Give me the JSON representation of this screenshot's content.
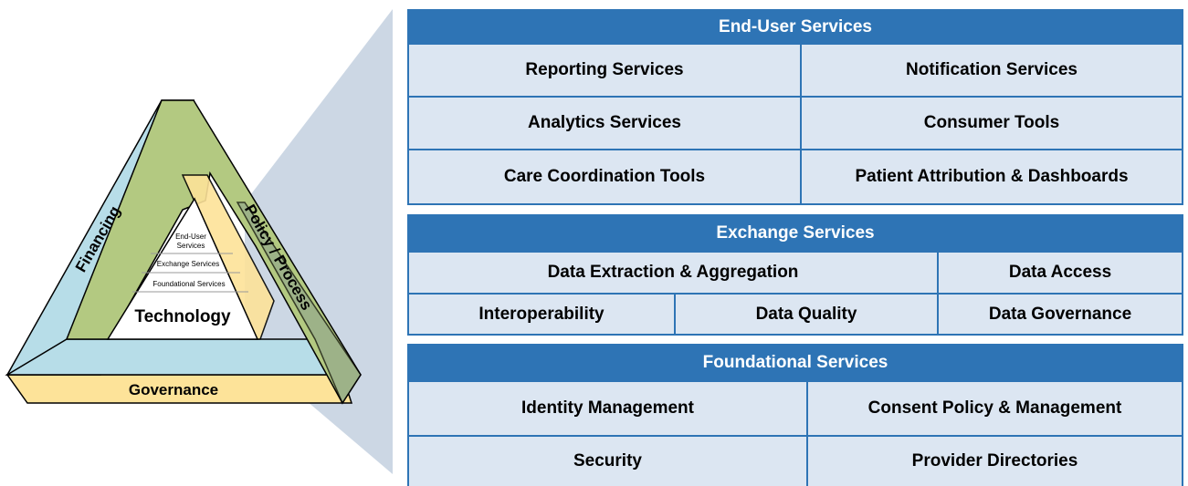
{
  "triangle": {
    "side_left": "Financing",
    "side_right": "Policy / Process",
    "base": "Governance",
    "center": "Technology",
    "layers": {
      "end_user_line1": "End-User",
      "end_user_line2": "Services",
      "exchange": "Exchange Services",
      "foundational": "Foundational Services"
    }
  },
  "end_user_services": {
    "title": "End-User Services",
    "rows": [
      [
        "Reporting Services",
        "Notification Services"
      ],
      [
        "Analytics Services",
        "Consumer Tools"
      ],
      [
        "Care Coordination Tools",
        "Patient Attribution & Dashboards"
      ]
    ]
  },
  "exchange_services": {
    "title": "Exchange Services",
    "row1": [
      "Data Extraction & Aggregation",
      "Data Access"
    ],
    "row2": [
      "Interoperability",
      "Data Quality",
      "Data Governance"
    ]
  },
  "foundational_services": {
    "title": "Foundational Services",
    "rows": [
      [
        "Identity Management",
        "Consent Policy & Management"
      ],
      [
        "Security",
        "Provider Directories"
      ]
    ]
  },
  "colors": {
    "header_blue": "#2e74b5",
    "cell_fill": "#dce6f2",
    "financing_blue": "#b7dde8",
    "policy_green": "#b3c981",
    "governance_yellow": "#fde399",
    "zoom_wedge": "#c9d5e3"
  }
}
